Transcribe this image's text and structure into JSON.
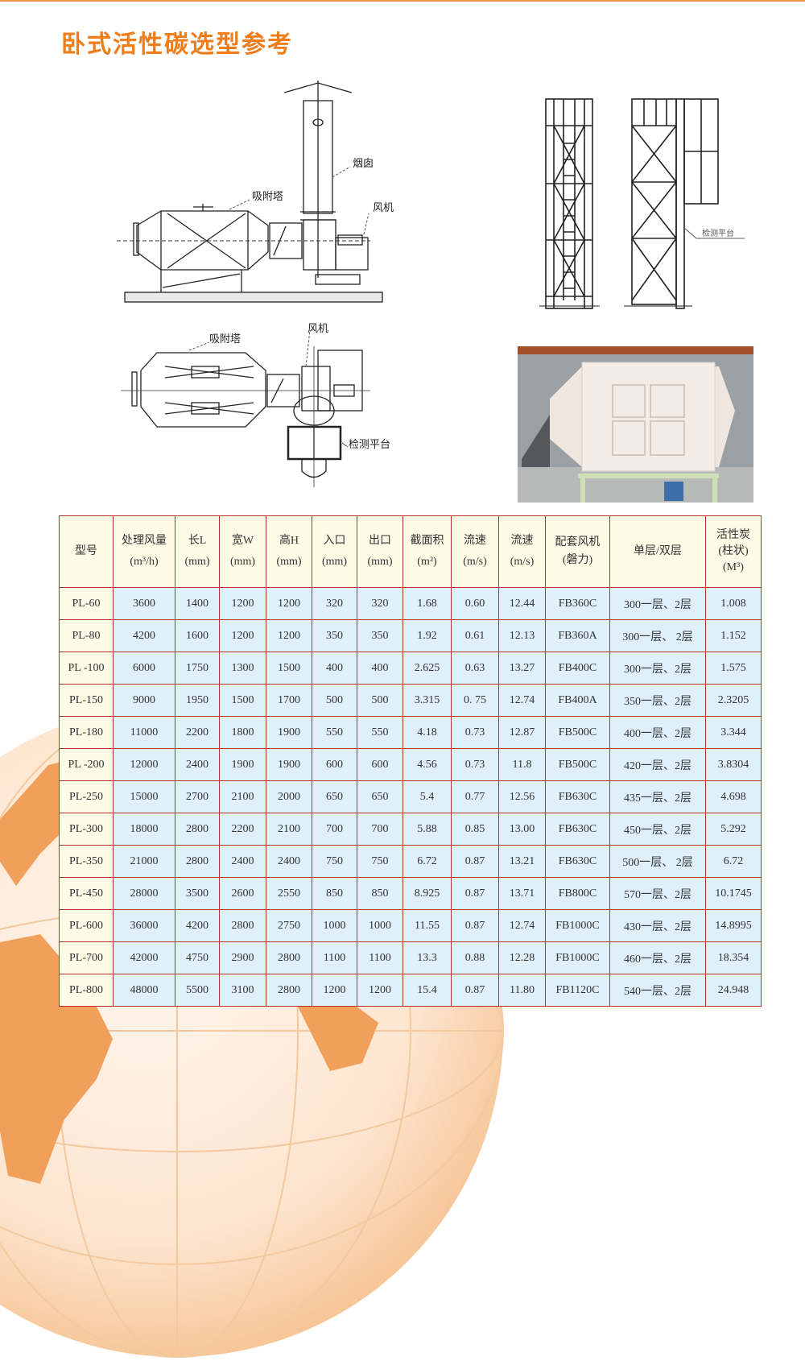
{
  "page": {
    "title": "卧式活性碳选型参考",
    "accent_color": "#ee7d1a",
    "table_border_color": "#b5322a",
    "header_bg": "#fffbe6",
    "cell_bg": "#dff0fb"
  },
  "diagrams": {
    "side_view": {
      "labels": {
        "chimney": "烟囱",
        "adsorption_tower": "吸附塔",
        "fan": "风机"
      }
    },
    "top_view": {
      "labels": {
        "adsorption_tower": "吸附塔",
        "fan": "风机",
        "test_platform": "检测平台"
      }
    },
    "platform_view": {
      "labels": {
        "test_platform": "检测平台"
      }
    },
    "photo": {
      "alt": "activated carbon adsorption box photo"
    }
  },
  "table": {
    "headers": [
      {
        "line1": "型号",
        "line2": ""
      },
      {
        "line1": "处理风量",
        "line2": "(m³/h)"
      },
      {
        "line1": "长L",
        "line2": "(mm)"
      },
      {
        "line1": "宽W",
        "line2": "(mm)"
      },
      {
        "line1": "高H",
        "line2": "(mm)"
      },
      {
        "line1": "入口",
        "line2": "(mm)"
      },
      {
        "line1": "出口",
        "line2": "(mm)"
      },
      {
        "line1": "截面积",
        "line2": "(m²)"
      },
      {
        "line1": "流速",
        "line2": "(m/s)"
      },
      {
        "line1": "流速",
        "line2": "(m/s)"
      },
      {
        "line1": "配套风机",
        "line2": "(磐力)"
      },
      {
        "line1": "单层/双层",
        "line2": ""
      },
      {
        "line1": "活性炭",
        "line2": "(柱状)",
        "line3": "(M³)"
      }
    ],
    "rows": [
      [
        "PL-60",
        "3600",
        "1400",
        "1200",
        "1200",
        "320",
        "320",
        "1.68",
        "0.60",
        "12.44",
        "FB360C",
        "300一层、2层",
        "1.008"
      ],
      [
        "PL-80",
        "4200",
        "1600",
        "1200",
        "1200",
        "350",
        "350",
        "1.92",
        "0.61",
        "12.13",
        "FB360A",
        "300一层、 2层",
        "1.152"
      ],
      [
        "PL -100",
        "6000",
        "1750",
        "1300",
        "1500",
        "400",
        "400",
        "2.625",
        "0.63",
        "13.27",
        "FB400C",
        "300一层、2层",
        "1.575"
      ],
      [
        "PL-150",
        "9000",
        "1950",
        "1500",
        "1700",
        "500",
        "500",
        "3.315",
        "0. 75",
        "12.74",
        "FB400A",
        "350一层、2层",
        "2.3205"
      ],
      [
        "PL-180",
        "11000",
        "2200",
        "1800",
        "1900",
        "550",
        "550",
        "4.18",
        "0.73",
        "12.87",
        "FB500C",
        "400一层、2层",
        "3.344"
      ],
      [
        "PL -200",
        "12000",
        "2400",
        "1900",
        "1900",
        "600",
        "600",
        "4.56",
        "0.73",
        "11.8",
        "FB500C",
        "420一层、2层",
        "3.8304"
      ],
      [
        "PL-250",
        "15000",
        "2700",
        "2100",
        "2000",
        "650",
        "650",
        "5.4",
        "0.77",
        "12.56",
        "FB630C",
        "435一层、2层",
        "4.698"
      ],
      [
        "PL-300",
        "18000",
        "2800",
        "2200",
        "2100",
        "700",
        "700",
        "5.88",
        "0.85",
        "13.00",
        "FB630C",
        "450一层、2层",
        "5.292"
      ],
      [
        "PL-350",
        "21000",
        "2800",
        "2400",
        "2400",
        "750",
        "750",
        "6.72",
        "0.87",
        "13.21",
        "FB630C",
        "500一层、 2层",
        "6.72"
      ],
      [
        "PL-450",
        "28000",
        "3500",
        "2600",
        "2550",
        "850",
        "850",
        "8.925",
        "0.87",
        "13.71",
        "FB800C",
        "570一层、2层",
        "10.1745"
      ],
      [
        "PL-600",
        "36000",
        "4200",
        "2800",
        "2750",
        "1000",
        "1000",
        "11.55",
        "0.87",
        "12.74",
        "FB1000C",
        "430一层、2层",
        "14.8995"
      ],
      [
        "PL-700",
        "42000",
        "4750",
        "2900",
        "2800",
        "1100",
        "1100",
        "13.3",
        "0.88",
        "12.28",
        "FB1000C",
        "460一层、2层",
        "18.354"
      ],
      [
        "PL-800",
        "48000",
        "5500",
        "3100",
        "2800",
        "1200",
        "1200",
        "15.4",
        "0.87",
        "11.80",
        "FB1120C",
        "540一层、2层",
        "24.948"
      ]
    ]
  }
}
